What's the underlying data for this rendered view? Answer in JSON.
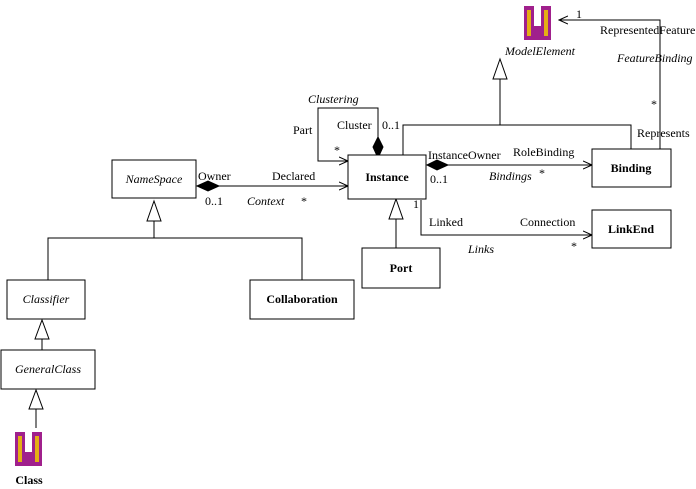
{
  "classes": {
    "namespace": "NameSpace",
    "instance": "Instance",
    "binding": "Binding",
    "linkend": "LinkEnd",
    "port": "Port",
    "classifier": "Classifier",
    "collaboration": "Collaboration",
    "generalclass": "GeneralClass",
    "modelelement": "ModelElement",
    "class": "Class"
  },
  "labels": {
    "clustering": "Clustering",
    "part": "Part",
    "cluster": "Cluster",
    "cluster_mult": "0..1",
    "part_mult": "*",
    "owner": "Owner",
    "owner_mult": "0..1",
    "declared": "Declared",
    "declared_mult": "*",
    "context": "Context",
    "instance_owner": "InstanceOwner",
    "instance_owner_mult": "0..1",
    "role_binding": "RoleBinding",
    "bindings": "Bindings",
    "bindings_mult": "*",
    "linked_mult": "1",
    "linked": "Linked",
    "connection": "Connection",
    "links": "Links",
    "links_mult": "*",
    "represented_feature": "RepresentedFeature",
    "represented_feature_mult": "1",
    "feature_binding": "FeatureBinding",
    "represents_mult": "*",
    "represents": "Represents"
  },
  "colors": {
    "uml_logo_magenta": "#a0208c",
    "uml_logo_yellow": "#f0c800"
  }
}
